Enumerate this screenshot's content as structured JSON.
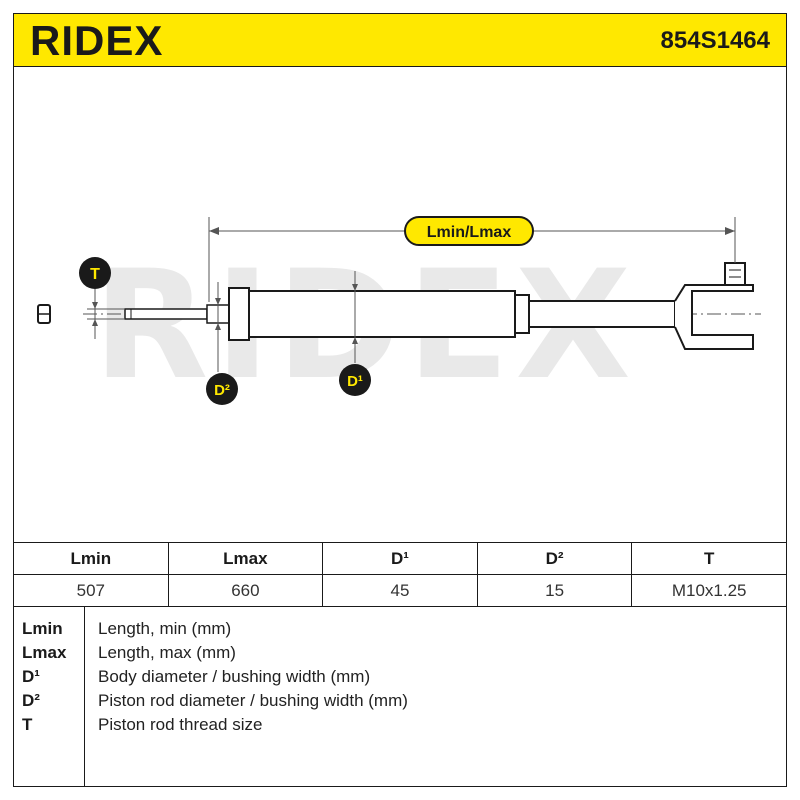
{
  "header": {
    "logo_text": "RIDEX",
    "part_number": "854S1464"
  },
  "diagram": {
    "watermark_text": "RIDEX",
    "labels": {
      "length": "Lmin/Lmax",
      "thread": "T",
      "body_diameter": "D¹",
      "rod_diameter": "D²"
    },
    "colors": {
      "accent": "#ffe800",
      "line": "#1a1a1a",
      "watermark": "#e6e6e6"
    }
  },
  "table": {
    "headers": [
      "Lmin",
      "Lmax",
      "D¹",
      "D²",
      "T"
    ],
    "values": [
      "507",
      "660",
      "45",
      "15",
      "M10x1.25"
    ]
  },
  "legend": [
    {
      "key": "Lmin",
      "desc": "Length, min (mm)"
    },
    {
      "key": "Lmax",
      "desc": "Length, max (mm)"
    },
    {
      "key": "D¹",
      "desc": "Body diameter / bushing width (mm)"
    },
    {
      "key": "D²",
      "desc": "Piston rod diameter / bushing width (mm)"
    },
    {
      "key": "T",
      "desc": "Piston rod thread size"
    }
  ]
}
